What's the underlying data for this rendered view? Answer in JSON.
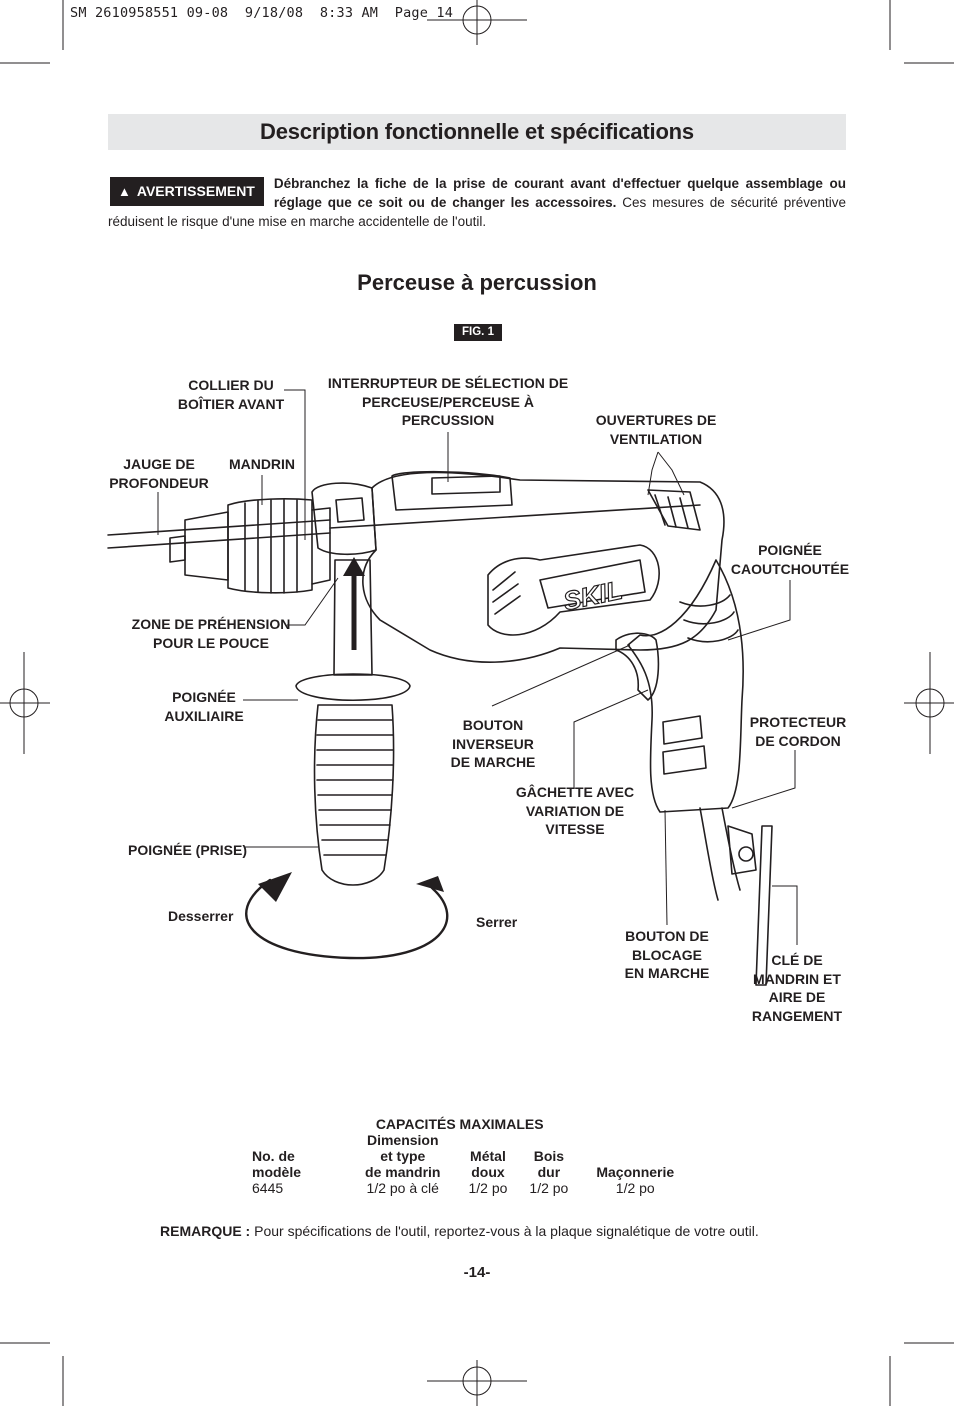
{
  "print_header": "SM 2610958551 09-08  9/18/08  8:33 AM  Page 14",
  "page_title": "Description fonctionnelle et spécifications",
  "warning": {
    "badge": "AVERTISSEMENT",
    "bold_text": "Débranchez la fiche de la prise de courant avant d'effectuer quelque assemblage ou réglage que ce soit ou de changer les accessoires.",
    "text": " Ces mesures de sécurité préventive réduisent le risque d'une mise en marche accidentelle de l'outil."
  },
  "section_title": "Perceuse à percussion",
  "figure": {
    "label": "FIG. 1",
    "brand": "SKIL",
    "callouts": {
      "collier": "COLLIER DU\nBOÎTIER AVANT",
      "interrupteur": "INTERRUPTEUR DE SÉLECTION DE\nPERCEUSE/PERCEUSE À\nPERCUSSION",
      "ouvertures": "OUVERTURES DE\nVENTILATION",
      "jauge": "JAUGE DE\nPROFONDEUR",
      "mandrin": "MANDRIN",
      "poignee_caout": "POIGNÉE\nCAOUTCHOUTÉE",
      "zone": "ZONE DE PRÉHENSION\nPOUR LE POUCE",
      "poignee_aux": "POIGNÉE\nAUXILIAIRE",
      "bouton_inverseur": "BOUTON\nINVERSEUR\nDE MARCHE",
      "protecteur": "PROTECTEUR\nDE CORDON",
      "gachette": "GÂCHETTE AVEC\nVARIATION DE\nVITESSE",
      "poignee_prise": "POIGNÉE (PRISE)",
      "desserrer": "Desserrer",
      "serrer": "Serrer",
      "bouton_blocage": "BOUTON DE\nBLOCAGE\nEN MARCHE",
      "cle": "CLÉ DE\nMANDRIN ET\nAIRE DE\nRANGEMENT"
    }
  },
  "specs": {
    "caption": "CAPACITÉS MAXIMALES",
    "headers": [
      "No. de\nmodèle",
      "Dimension\net type\nde mandrin",
      "Métal\ndoux",
      "Bois\ndur",
      "Maçonnerie"
    ],
    "rows": [
      [
        "6445",
        "1/2 po à clé",
        "1/2 po",
        "1/2 po",
        "1/2 po"
      ]
    ]
  },
  "note": {
    "label": "REMARQUE :",
    "text": " Pour spécifications de l'outil, reportez-vous à la plaque signalétique de votre outil."
  },
  "page_number": "-14-"
}
